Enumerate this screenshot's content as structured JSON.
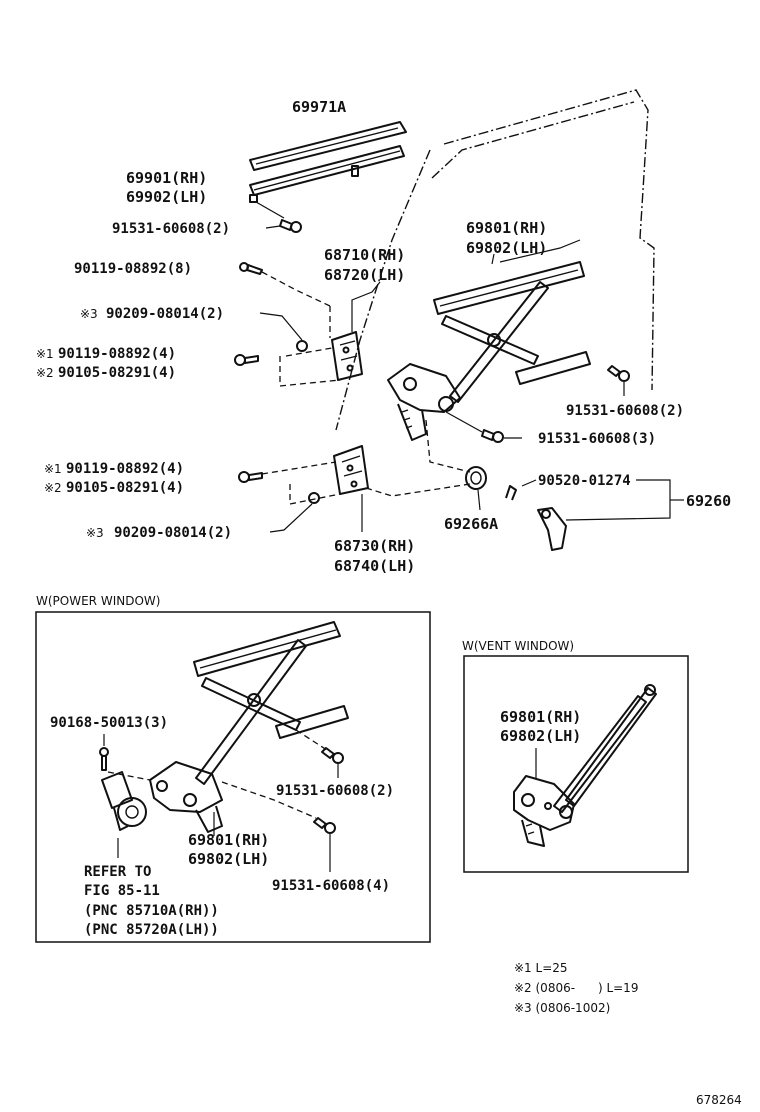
{
  "main": {
    "parts": {
      "glass_channel": "69971A",
      "channel_rh": "69901(RH)",
      "channel_lh": "69902(LH)",
      "bolt_channel": "91531-60608(2)",
      "screw_8": "90119-08892(8)",
      "hinge_upper_rh": "68710(RH)",
      "hinge_upper_lh": "68720(LH)",
      "regulator_rh": "69801(RH)",
      "regulator_lh": "69802(LH)",
      "nut_upper_prefix": "※3",
      "nut_upper": "90209-08014(2)",
      "screw_upper_prefix": "※1",
      "screw_upper": "90119-08892(4)",
      "bolt_upper_alt_prefix": "※2",
      "bolt_upper_alt": "90105-08291(4)",
      "bolt_regulator_2": "91531-60608(2)",
      "bolt_regulator_3": "91531-60608(3)",
      "screw_lower_prefix": "※1",
      "screw_lower": "90119-08892(4)",
      "bolt_lower_alt_prefix": "※2",
      "bolt_lower_alt": "90105-08291(4)",
      "clip": "90520-01274",
      "handle_assy": "69260",
      "nut_lower_prefix": "※3",
      "nut_lower": "90209-08014(2)",
      "cushion": "69266A",
      "hinge_lower_rh": "68730(RH)",
      "hinge_lower_lh": "68740(LH)"
    }
  },
  "power_window": {
    "title": "W(POWER WINDOW)",
    "screw": "90168-50013(3)",
    "bolt_2": "91531-60608(2)",
    "regulator_rh": "69801(RH)",
    "regulator_lh": "69802(LH)",
    "bolt_4": "91531-60608(4)",
    "refer_line1": "REFER TO",
    "refer_line2": "FIG 85-11",
    "refer_line3": "(PNC 85710A(RH))",
    "refer_line4": "(PNC 85720A(LH))"
  },
  "vent_window": {
    "title": "W(VENT WINDOW)",
    "regulator_rh": "69801(RH)",
    "regulator_lh": "69802(LH)"
  },
  "notes": {
    "note1": "※1 L=25",
    "note2": "※2 (0806-      ) L=19",
    "note3": "※3 (0806-1002)"
  },
  "diagram_id": "678264"
}
